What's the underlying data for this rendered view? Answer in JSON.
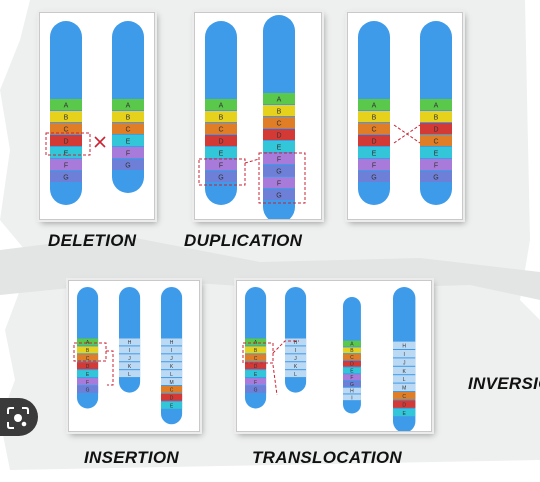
{
  "panels": [
    {
      "id": "deletion",
      "caption": "DELETION",
      "chromosomes": [
        {
          "bands": [
            "A",
            "B",
            "C",
            "D",
            "E",
            "F",
            "G"
          ]
        },
        {
          "bands": [
            "A",
            "B",
            "C",
            "E",
            "F",
            "G"
          ]
        }
      ]
    },
    {
      "id": "duplication",
      "caption": "DUPLICATION",
      "chromosomes": [
        {
          "bands": [
            "A",
            "B",
            "C",
            "D",
            "E",
            "F",
            "G"
          ]
        },
        {
          "bands": [
            "A",
            "B",
            "C",
            "D",
            "E",
            "F",
            "G",
            "F",
            "G"
          ]
        }
      ]
    },
    {
      "id": "inversion",
      "caption": "INVERSION",
      "chromosomes": [
        {
          "bands": [
            "A",
            "B",
            "C",
            "D",
            "E",
            "F",
            "G"
          ]
        },
        {
          "bands": [
            "A",
            "B",
            "D",
            "C",
            "E",
            "F",
            "G"
          ]
        }
      ]
    },
    {
      "id": "insertion",
      "caption": "INSERTION",
      "chromosomes": [
        {
          "bands": [
            "A",
            "B",
            "C",
            "D",
            "E",
            "F",
            "G"
          ]
        },
        {
          "bands": [
            "H",
            "I",
            "J",
            "K",
            "L"
          ]
        },
        {
          "bands": [
            "H",
            "I",
            "J",
            "K",
            "L",
            "M",
            "C",
            "D",
            "E"
          ]
        }
      ]
    },
    {
      "id": "translocation",
      "caption": "TRANSLOCATION",
      "chromosomes": [
        {
          "bands": [
            "A",
            "B",
            "C",
            "D",
            "E",
            "F",
            "G"
          ]
        },
        {
          "bands": [
            "H",
            "I",
            "J",
            "K",
            "L"
          ]
        },
        {
          "bands": [
            "A",
            "B",
            "C",
            "D",
            "E",
            "F",
            "G",
            "H",
            "I"
          ]
        },
        {
          "bands": [
            "H",
            "I",
            "J",
            "K",
            "L",
            "M",
            "C",
            "D",
            "E"
          ]
        }
      ]
    }
  ],
  "colors": {
    "chromosome": "#3d9bea",
    "band_light": "#bfe0f8",
    "marker": "#cc2233",
    "bands": {
      "A": "#5ac94b",
      "B": "#e6d21c",
      "C": "#e07d27",
      "D": "#d33a35",
      "E": "#33c5d8",
      "F": "#a87bdb",
      "G": "#6e7fd8",
      "H": "#bcd9f3",
      "I": "#bcd9f3",
      "J": "#bcd9f3",
      "K": "#bcd9f3",
      "L": "#bcd9f3",
      "M": "#bcd9f3"
    }
  },
  "icons": {
    "lens": "lens-search-icon"
  }
}
